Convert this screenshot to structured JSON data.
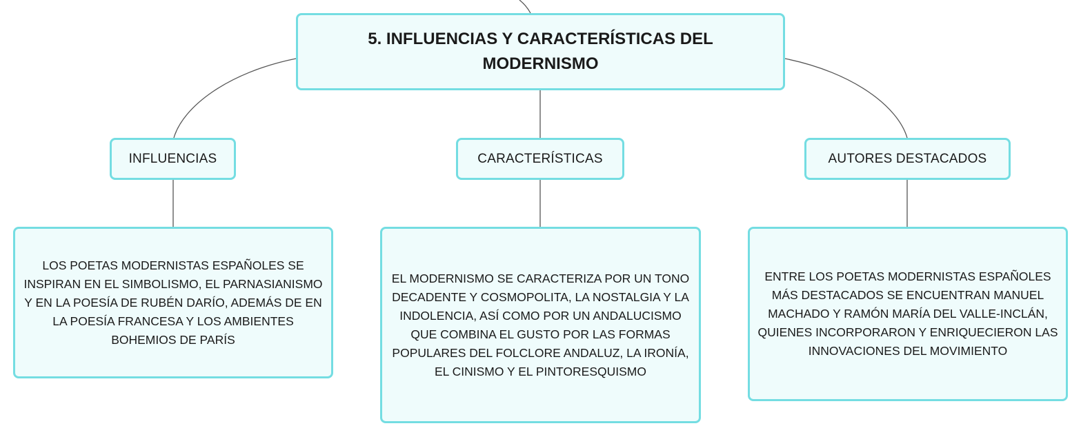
{
  "map": {
    "root": {
      "title": "5. INFLUENCIAS Y CARACTERÍSTICAS DEL MODERNISMO"
    },
    "branches": [
      {
        "label": "INFLUENCIAS",
        "detail": "LOS POETAS MODERNISTAS ESPAÑOLES SE INSPIRAN EN EL SIMBOLISMO, EL PARNASIANISMO Y EN LA POESÍA DE RUBÉN DARÍO, ADEMÁS DE EN LA POESÍA FRANCESA Y LOS AMBIENTES BOHEMIOS DE PARÍS"
      },
      {
        "label": "CARACTERÍSTICAS",
        "detail": "EL MODERNISMO SE CARACTERIZA POR UN TONO DECADENTE Y COSMOPOLITA, LA NOSTALGIA Y LA INDOLENCIA, ASÍ COMO POR UN ANDALUCISMO QUE COMBINA EL GUSTO POR LAS FORMAS POPULARES DEL FOLCLORE ANDALUZ, LA IRONÍA, EL CINISMO Y EL PINTORESQUISMO"
      },
      {
        "label": "AUTORES DESTACADOS",
        "detail": "ENTRE LOS POETAS MODERNISTAS ESPAÑOLES MÁS DESTACADOS SE ENCUENTRAN MANUEL MACHADO Y RAMÓN MARÍA DEL VALLE-INCLÁN, QUIENES INCORPORARON Y ENRIQUECIERON LAS INNOVACIONES DEL MOVIMIENTO"
      }
    ]
  },
  "colors": {
    "node_fill": "#effcfc",
    "node_border": "#74dde2",
    "connector": "#555555"
  }
}
